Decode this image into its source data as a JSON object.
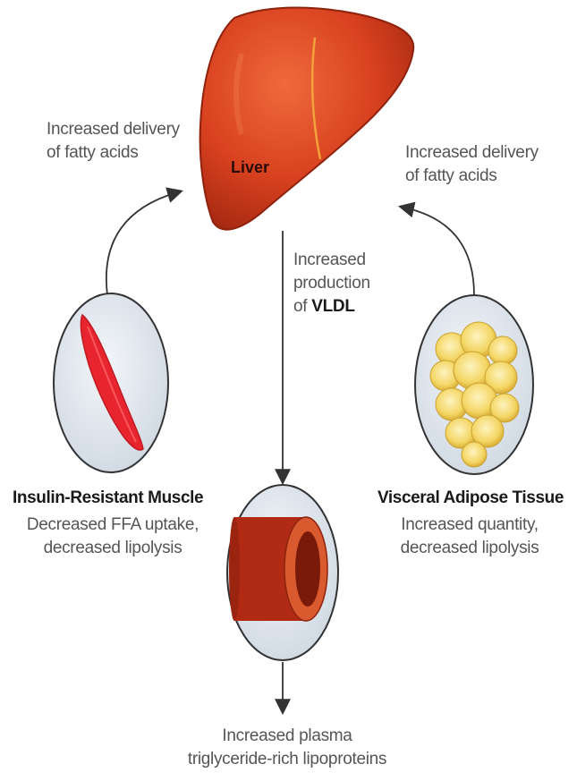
{
  "liver": {
    "label": "Liver"
  },
  "left_delivery": {
    "line1": "Increased delivery",
    "line2": "of fatty acids"
  },
  "right_delivery": {
    "line1": "Increased delivery",
    "line2": "of fatty acids"
  },
  "vldl": {
    "line1": "Increased",
    "line2": "production",
    "line3_prefix": "of",
    "line3_bold": "VLDL"
  },
  "muscle": {
    "title": "Insulin-Resistant Muscle",
    "line1": "Decreased FFA uptake,",
    "line2": "decreased lipolysis"
  },
  "adipose": {
    "title": "Visceral Adipose Tissue",
    "line1": "Increased quantity,",
    "line2": "decreased lipolysis"
  },
  "plasma": {
    "line1": "Increased plasma",
    "line2": "triglyceride-rich lipoproteins"
  },
  "colors": {
    "liver": "#d8411f",
    "muscle": "#e8252e",
    "adipose": "#f6d76a",
    "vessel": "#b02a14",
    "circle_bg": "#dfe6ee",
    "arrow": "#333333"
  }
}
